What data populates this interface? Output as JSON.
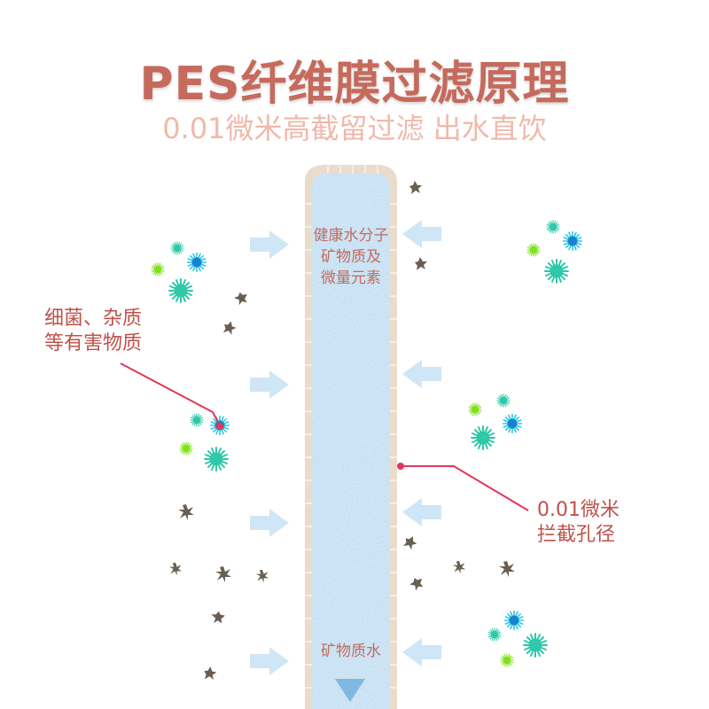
{
  "title": "PES纤维膜过滤原理",
  "subtitle": "0.01微米高截留过滤 出水直饮",
  "column_top_label": [
    "健康水分子",
    "矿物质及",
    "微量元素"
  ],
  "column_bottom_label": "矿物质水",
  "left_callout": [
    "细菌、杂质",
    "等有害物质"
  ],
  "right_callout": [
    "0.01微米",
    "拦截孔径"
  ],
  "colors": {
    "title": "#c56a5c",
    "subtitle": "#f0b9aa",
    "callout_line": "#e0385a",
    "column_fill": "#bcdcf2",
    "column_border": "#eadccb",
    "arrow": "#cfe6f7",
    "bacteria_teal": "#2fc8a8",
    "bacteria_blue": "#1c7fd1",
    "bacteria_green": "#7ee21b",
    "impurity": "#6a5e52"
  },
  "icons": [
    "bacteria-icon",
    "impurity-particle-icon",
    "arrow-right-icon",
    "arrow-left-icon",
    "flow-down-icon"
  ]
}
